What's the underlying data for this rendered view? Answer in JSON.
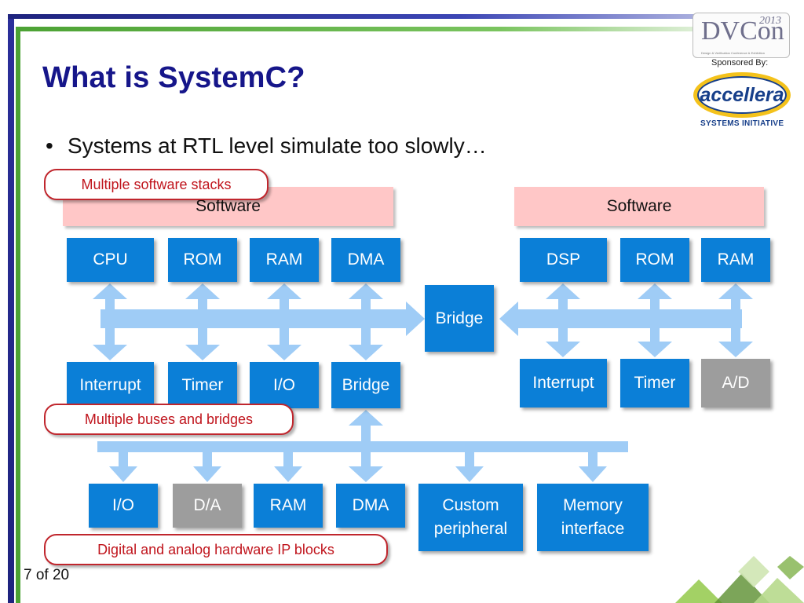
{
  "slide": {
    "title": "What is SystemC?",
    "bullet": "Systems at RTL level simulate too slowly…",
    "page_number": "7 of 20"
  },
  "logos": {
    "dvcon_text": "DVCon",
    "dvcon_year": "2013",
    "dvcon_subtitle": "Design & Verification Conference & Exhibition",
    "sponsored_by": "Sponsored By:",
    "accellera_text": "accellera",
    "accellera_sub": "SYSTEMS INITIATIVE"
  },
  "callouts": {
    "software_stacks": "Multiple software stacks",
    "buses_bridges": "Multiple buses and bridges",
    "ip_blocks": "Digital and analog hardware IP blocks"
  },
  "left_system": {
    "software": "Software",
    "top_blocks": [
      "CPU",
      "ROM",
      "RAM",
      "DMA"
    ],
    "bottom_blocks": [
      "Interrupt",
      "Timer",
      "I/O",
      "Bridge"
    ]
  },
  "center_bridge": "Bridge",
  "right_system": {
    "software": "Software",
    "top_blocks": [
      "DSP",
      "ROM",
      "RAM"
    ],
    "bottom_blocks": [
      "Interrupt",
      "Timer",
      "A/D"
    ]
  },
  "peripheral_bus": {
    "blocks": [
      "I/O",
      "D/A",
      "RAM",
      "DMA"
    ],
    "custom_peripheral": [
      "Custom",
      "peripheral"
    ],
    "memory_interface": [
      "Memory",
      "interface"
    ]
  },
  "colors": {
    "block_blue": "#0b7fd7",
    "block_grey": "#9d9d9d",
    "software_pink": "#ffc7c7",
    "bus_light_blue": "#9fccf6",
    "title_navy": "#16168a",
    "callout_red": "#c0262d"
  }
}
